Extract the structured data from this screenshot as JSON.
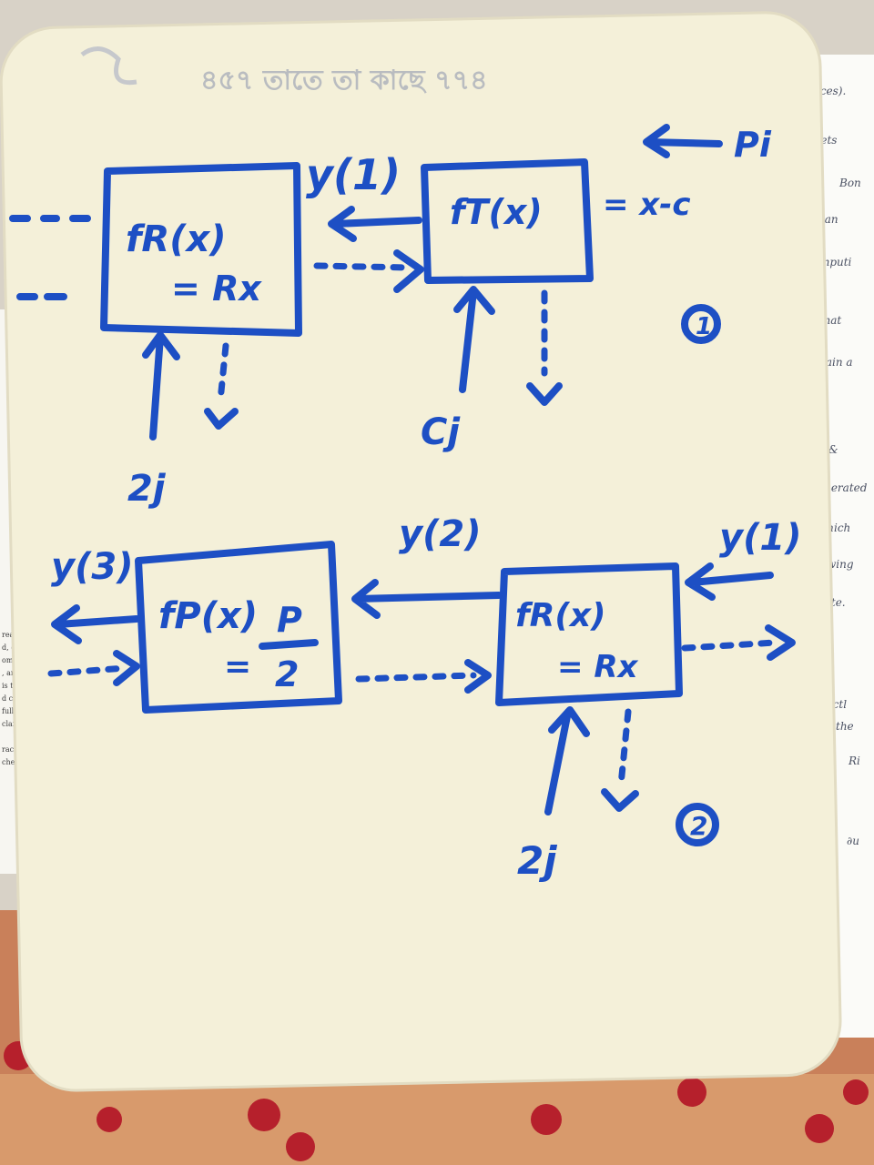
{
  "diagram": {
    "header_scribble": "৪৫৭ তাতে তা কাছে ৭৭৪",
    "top": {
      "left_box": {
        "label": "fR(x)",
        "formula": "= Rx"
      },
      "right_box": {
        "label": "fT(x)",
        "formula": "= x-c"
      },
      "input_left": "2j",
      "input_right": "Cj",
      "external_input": "Pi",
      "output_label": "y(1)",
      "circle_number": "1"
    },
    "bottom": {
      "left_box": {
        "label": "fP(x)",
        "formula_num": "P",
        "formula_den": "2"
      },
      "right_box": {
        "label": "fR(x)",
        "formula": "= Rx"
      },
      "left_output_label": "y(3)",
      "middle_label": "y(2)",
      "right_input_label": "y(1)",
      "input": "2j",
      "circle_number": "2"
    }
  },
  "background_notes": [
    "ences).",
    "iplets",
    "Bon",
    "han",
    "computi",
    "stimat",
    "tain a",
    "P &",
    "enerated",
    "which",
    "wing",
    "nate.",
    "irectl",
    "the",
    "Ri",
    "+ ∂",
    "∂u"
  ],
  "background_book": [
    "reality,",
    "d, either",
    "omputer c",
    ", and Th",
    "is tracked",
    "d can be t",
    "full six d",
    "clair, Hans",
    "rack, such",
    "cher and W"
  ],
  "colors": {
    "ink": "#1d4fc4",
    "board": "#f4f0d9",
    "cloth": "#c9805a",
    "berry": "#b6202c"
  }
}
